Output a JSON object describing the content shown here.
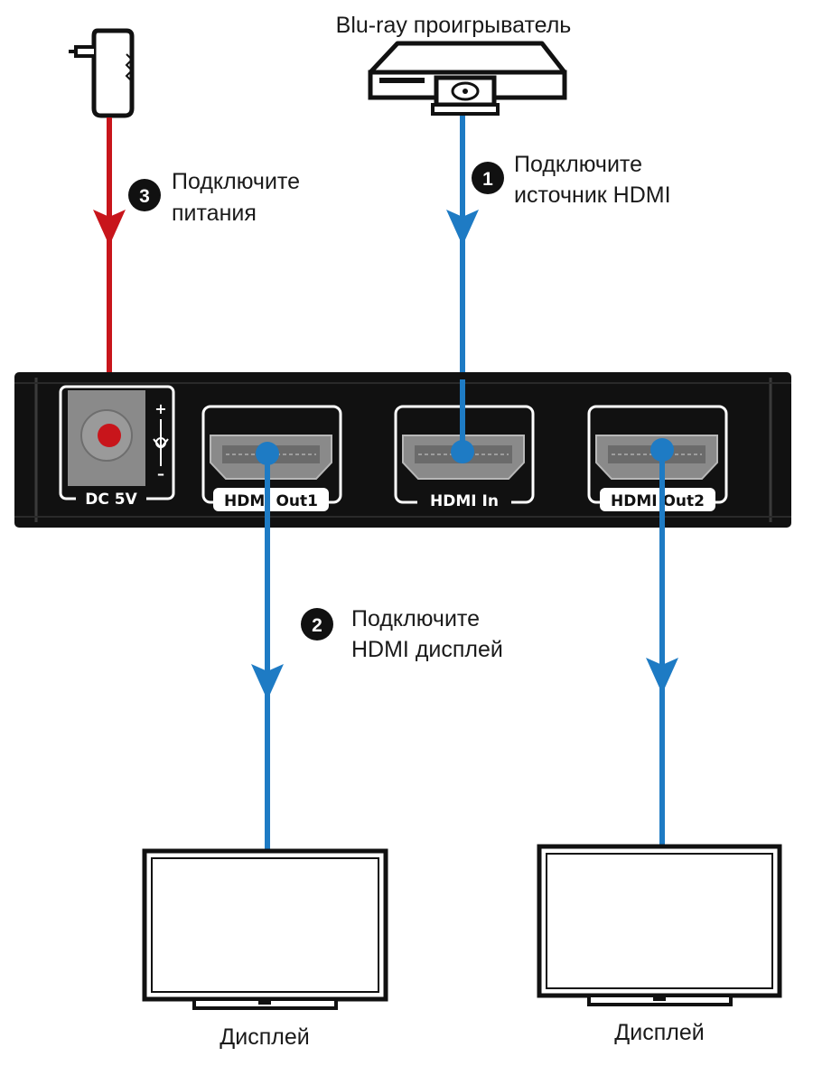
{
  "source": {
    "label": "Blu-ray проигрыватель",
    "icon": "bluray-player-icon"
  },
  "power_adapter": {
    "icon": "power-plug-icon"
  },
  "steps": [
    {
      "number": "1",
      "line1": "Подключите",
      "line2": "источник HDMI"
    },
    {
      "number": "2",
      "line1": "Подключите",
      "line2": "HDMI дисплей"
    },
    {
      "number": "3",
      "line1": "Подключите",
      "line2": "питания"
    }
  ],
  "device": {
    "ports": {
      "dc": "DC 5V",
      "out1": "HDMI Out1",
      "in": "HDMI In",
      "out2": "HDMI Out2"
    },
    "polarity": {
      "plus": "+",
      "minus": "–"
    }
  },
  "displays": [
    {
      "label": "Дисплей"
    },
    {
      "label": "Дисплей"
    }
  ],
  "colors": {
    "hdmi_cable": "#1e7bc4",
    "power_cable": "#c8151b",
    "device_body": "#111111",
    "port_gray": "#8a8a8a"
  }
}
